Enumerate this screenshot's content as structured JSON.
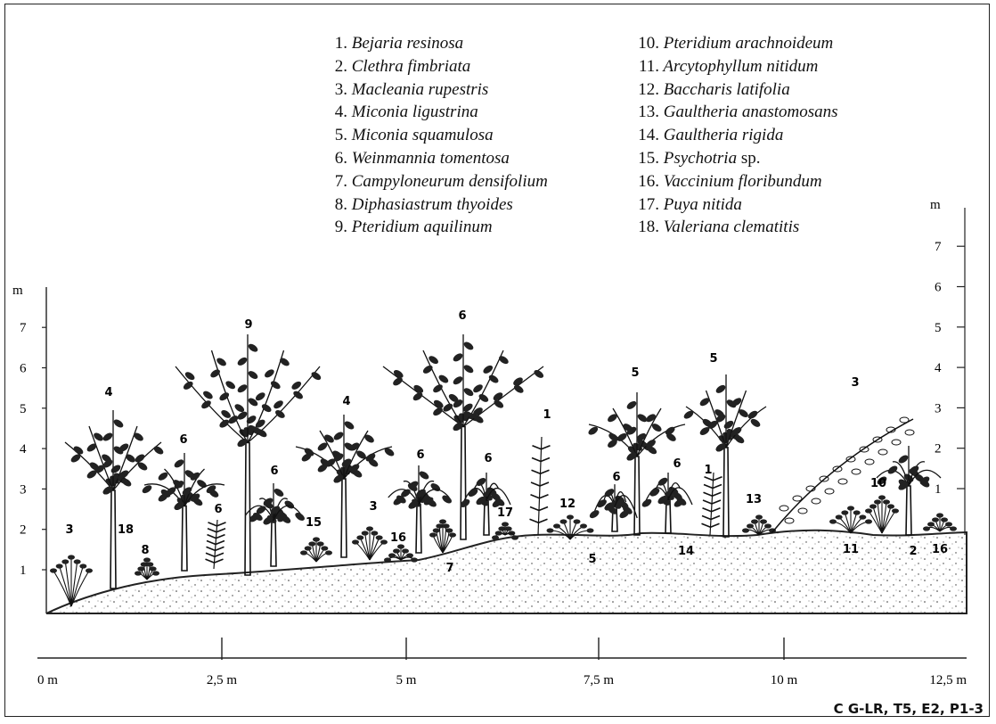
{
  "legend": {
    "left": [
      {
        "n": "1.",
        "genus": "Bejaria resinosa",
        "extra": ""
      },
      {
        "n": "2.",
        "genus": "Clethra fimbriata",
        "extra": ""
      },
      {
        "n": "3.",
        "genus": "Macleania rupestris",
        "extra": ""
      },
      {
        "n": "4.",
        "genus": "Miconia ligustrina",
        "extra": ""
      },
      {
        "n": "5.",
        "genus": "Miconia squamulosa",
        "extra": ""
      },
      {
        "n": "6.",
        "genus": "Weinmannia tomentosa",
        "extra": ""
      },
      {
        "n": "7.",
        "genus": "Campyloneurum densifolium",
        "extra": ""
      },
      {
        "n": "8.",
        "genus": "Diphasiastrum thyoides",
        "extra": ""
      },
      {
        "n": "9.",
        "genus": "Pteridium aquilinum",
        "extra": ""
      }
    ],
    "right": [
      {
        "n": "10.",
        "genus": "Pteridium arachnoideum",
        "extra": ""
      },
      {
        "n": "11.",
        "genus": "Arcytophyllum nitidum",
        "extra": ""
      },
      {
        "n": "12.",
        "genus": "Baccharis latifolia",
        "extra": ""
      },
      {
        "n": "13.",
        "genus": "Gaultheria anastomosans",
        "extra": ""
      },
      {
        "n": "14.",
        "genus": "Gaultheria rigida",
        "extra": ""
      },
      {
        "n": "15.",
        "genus": "Psychotria",
        "extra": " sp."
      },
      {
        "n": "16.",
        "genus": "Vaccinium floribundum",
        "extra": ""
      },
      {
        "n": "17.",
        "genus": "Puya nitida",
        "extra": ""
      },
      {
        "n": "18.",
        "genus": "Valeriana clematitis",
        "extra": ""
      }
    ]
  },
  "left_axis": {
    "unit": "m",
    "ticks": [
      "1",
      "2",
      "3",
      "4",
      "5",
      "6",
      "7"
    ]
  },
  "right_axis": {
    "unit": "m",
    "ticks": [
      "1",
      "2",
      "3",
      "4",
      "5",
      "6",
      "7"
    ]
  },
  "x_axis": {
    "ticks": [
      "0 m",
      "2,5 m",
      "5 m",
      "7,5 m",
      "10 m",
      "12,5 m"
    ]
  },
  "plant_labels": [
    "3",
    "18",
    "8",
    "4",
    "6",
    "6",
    "9",
    "6",
    "15",
    "4",
    "3",
    "16",
    "6",
    "7",
    "6",
    "17",
    "6",
    "1",
    "12",
    "5",
    "6",
    "5",
    "14",
    "6",
    "5",
    "1",
    "13",
    "3",
    "11",
    "10",
    "2",
    "16"
  ],
  "credit": "C G-LR, T5, E2, P1-3"
}
